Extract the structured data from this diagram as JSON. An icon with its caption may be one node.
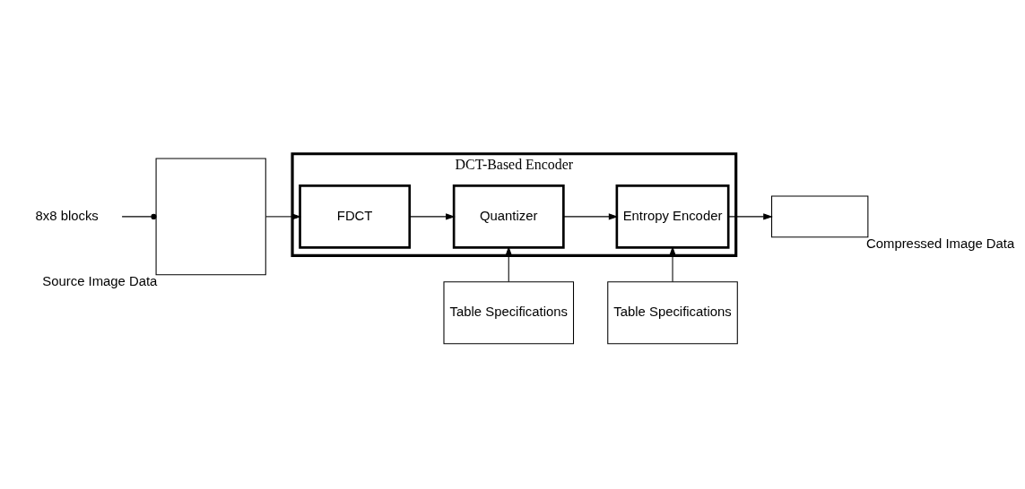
{
  "diagram": {
    "nodes": [
      {
        "text": [
          "8x8 blocks"
        ]
      },
      {
        "text": [],
        "shape": "box",
        "beside": [
          "Source Image Data"
        ]
      },
      {
        "text": [
          "DCT-Based Encoder"
        ]
      },
      {
        "text": [
          "FDCT"
        ],
        "in": 2
      },
      {
        "text": [
          "Quantizer"
        ],
        "in": 2
      },
      {
        "text": [
          "Entropy Encoder"
        ],
        "in": 2
      },
      {
        "text": [],
        "shape": "box",
        "beside": [
          "Compressed Image Data"
        ]
      },
      {
        "text": [
          "Table Specifications"
        ]
      },
      {
        "text": [
          "Table Specifications"
        ]
      }
    ],
    "edges": [
      {
        "from": 0,
        "to": 1,
        "arrow": "other"
      },
      {
        "from": 1,
        "to": 3,
        "arrow": "to"
      },
      {
        "from": 3,
        "to": 4,
        "arrow": "to"
      },
      {
        "from": 4,
        "to": 5,
        "arrow": "to"
      },
      {
        "from": 5,
        "to": 6,
        "arrow": "to"
      },
      {
        "from": 7,
        "to": 4,
        "arrow": "to"
      },
      {
        "from": 8,
        "to": 5,
        "arrow": "to"
      }
    ]
  }
}
